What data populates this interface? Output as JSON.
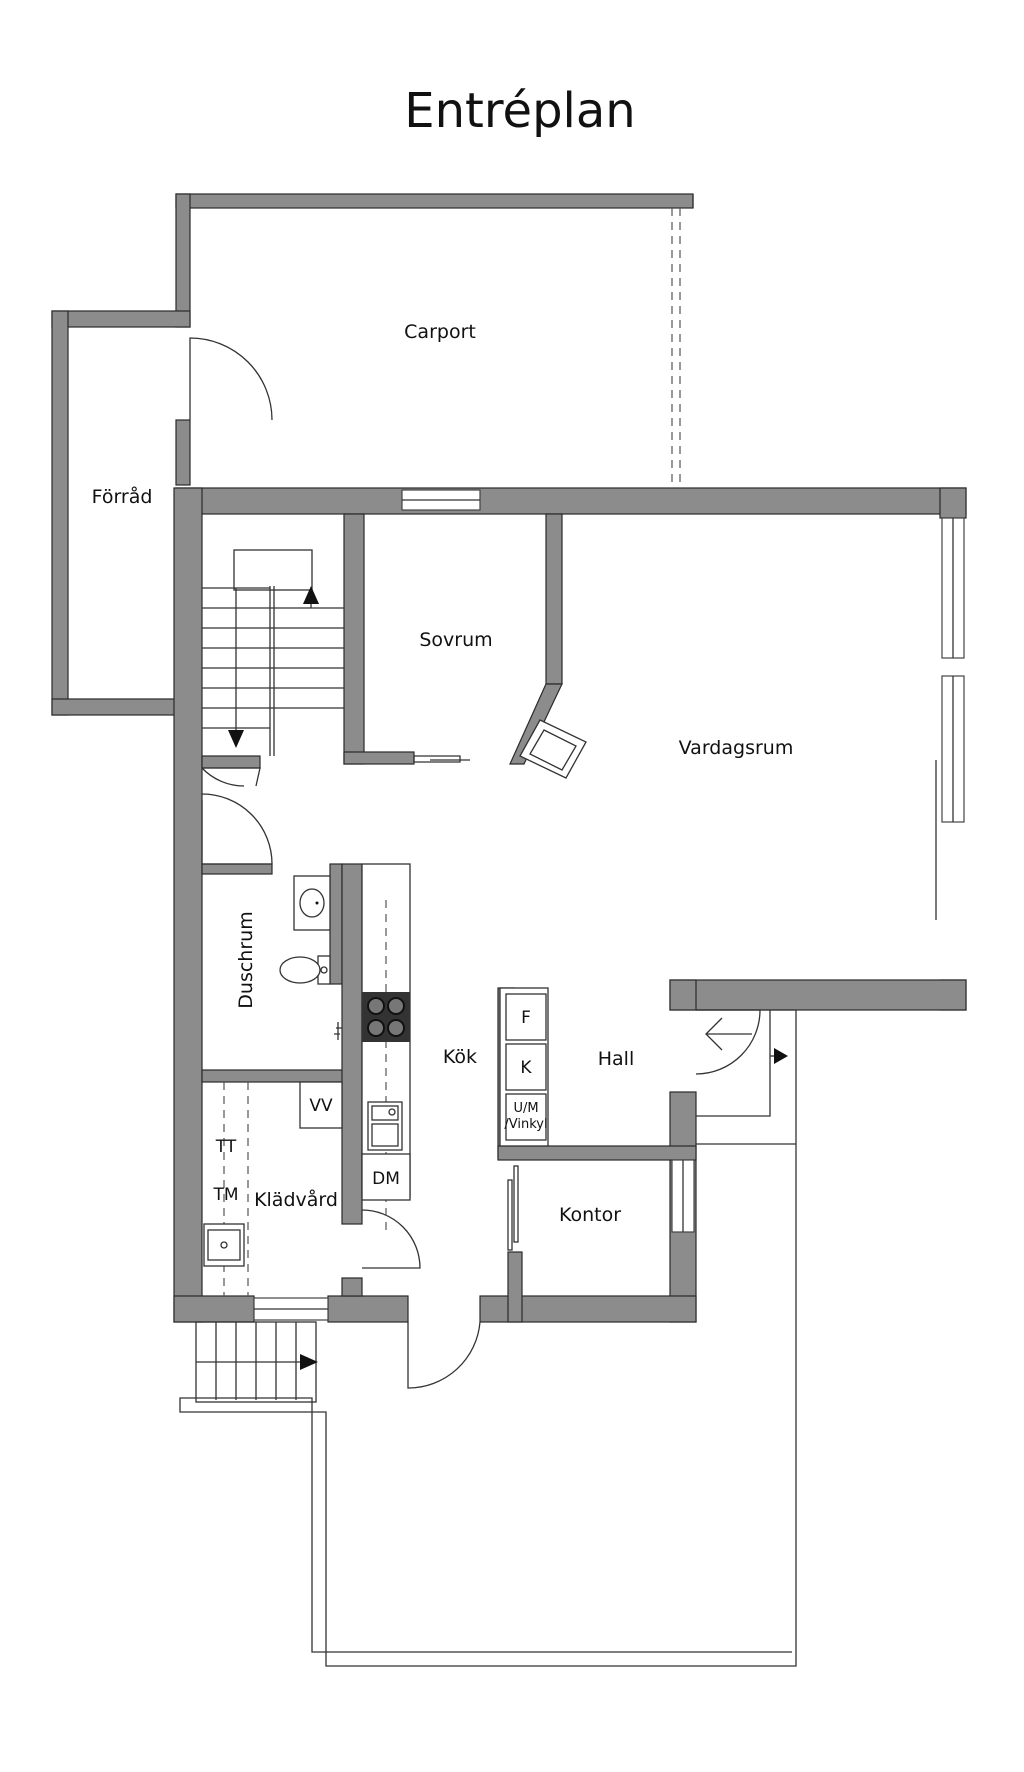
{
  "title": "Entréplan",
  "rooms": {
    "carport": "Carport",
    "forrad": "Förråd",
    "sovrum": "Sovrum",
    "vardagsrum": "Vardagsrum",
    "duschrum": "Duschrum",
    "kok": "Kök",
    "hall": "Hall",
    "kladvard": "Klädvård",
    "kontor": "Kontor"
  },
  "fixtures": {
    "f": "F",
    "k": "K",
    "um": "U/M",
    "vinkyl": "/Vinkyl",
    "vv": "VV",
    "tt": "TT",
    "tm": "TM",
    "dm": "DM"
  }
}
